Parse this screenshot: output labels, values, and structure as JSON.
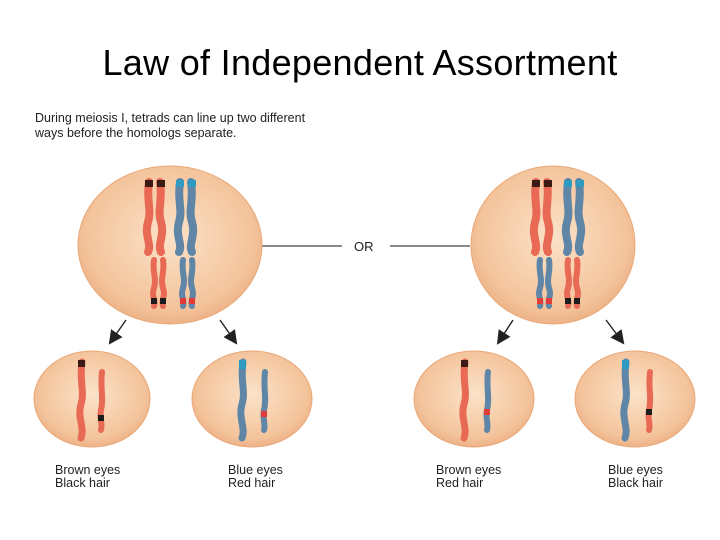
{
  "title": "Law of Independent Assortment",
  "caption": {
    "line1": "During meiosis I, tetrads can line up two different",
    "line2": "ways before the homologs separate."
  },
  "or_label": "OR",
  "colors": {
    "cell_fill": "#f4c49c",
    "cell_edge": "#e9a878",
    "maternal_chromosome": "#e86a55",
    "paternal_chromosome": "#5f86a6",
    "brown_allele_band": "#3a1a12",
    "blue_allele_band": "#2f9bc0",
    "black_hair_band": "#1c1c1c",
    "red_hair_band": "#e33a3a"
  },
  "daughter_cells": [
    {
      "trait_eyes": "Brown eyes",
      "trait_hair": "Black hair"
    },
    {
      "trait_eyes": "Blue eyes",
      "trait_hair": "Red hair"
    },
    {
      "trait_eyes": "Brown eyes",
      "trait_hair": "Red hair"
    },
    {
      "trait_eyes": "Blue eyes",
      "trait_hair": "Black hair"
    }
  ]
}
